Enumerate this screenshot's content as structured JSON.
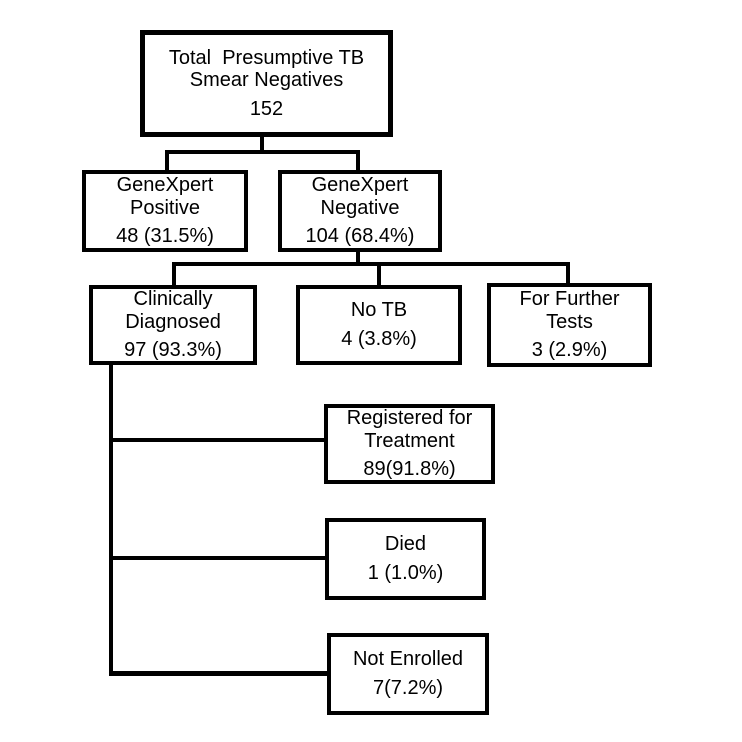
{
  "diagram": {
    "type": "flowchart",
    "colors": {
      "line": "#000000",
      "box_background": "#ffffff",
      "text": "#000000"
    },
    "nodes": {
      "total": {
        "lines": [
          "Total  Presumptive TB",
          "Smear Negatives"
        ],
        "value": "152"
      },
      "genexpert_positive": {
        "lines": [
          "GeneXpert",
          "Positive"
        ],
        "value": "48 (31.5%)"
      },
      "genexpert_negative": {
        "lines": [
          "GeneXpert",
          "Negative"
        ],
        "value": "104 (68.4%)"
      },
      "clinically_diagnosed": {
        "lines": [
          "Clinically",
          "Diagnosed"
        ],
        "value": "97 (93.3%)"
      },
      "no_tb": {
        "lines": [
          "No TB"
        ],
        "value": "4 (3.8%)"
      },
      "further_tests": {
        "lines": [
          "For Further",
          "Tests"
        ],
        "value": "3 (2.9%)"
      },
      "registered": {
        "lines": [
          "Registered for",
          "Treatment"
        ],
        "value": "89(91.8%)"
      },
      "died": {
        "lines": [
          "Died"
        ],
        "value": "1 (1.0%)"
      },
      "not_enrolled": {
        "lines": [
          "Not Enrolled"
        ],
        "value": "7(7.2%)"
      }
    },
    "edges": [
      {
        "from": "total",
        "to": "genexpert_positive"
      },
      {
        "from": "total",
        "to": "genexpert_negative"
      },
      {
        "from": "genexpert_negative",
        "to": "clinically_diagnosed"
      },
      {
        "from": "genexpert_negative",
        "to": "no_tb"
      },
      {
        "from": "genexpert_negative",
        "to": "further_tests"
      },
      {
        "from": "clinically_diagnosed",
        "to": "registered"
      },
      {
        "from": "clinically_diagnosed",
        "to": "died"
      },
      {
        "from": "clinically_diagnosed",
        "to": "not_enrolled"
      }
    ]
  }
}
